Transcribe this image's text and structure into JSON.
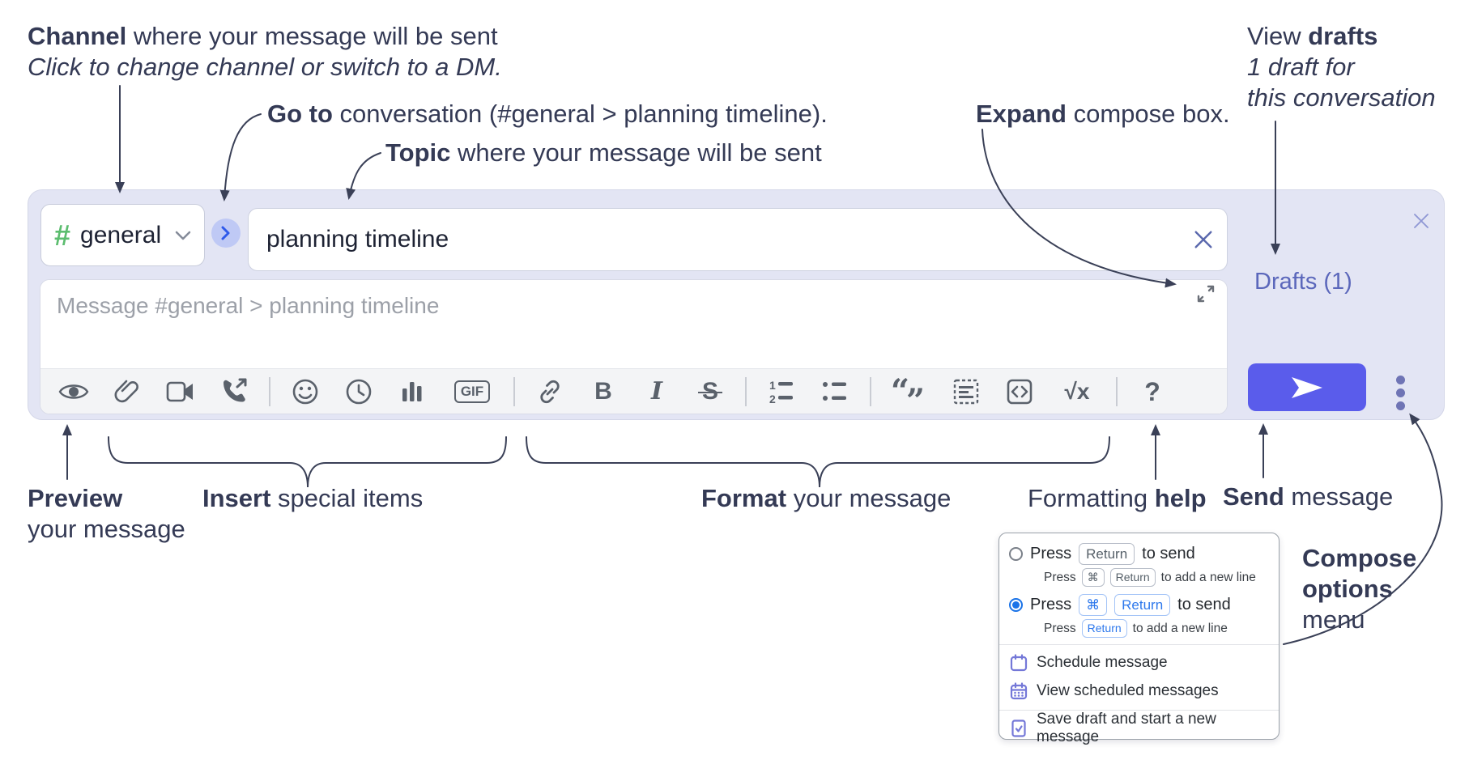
{
  "annotations": {
    "channel": {
      "bold": "Channel",
      "rest": " where your message will be sent",
      "italic": "Click to change channel or switch to a DM."
    },
    "goto": {
      "bold": "Go to",
      "rest": " conversation (#general > planning timeline)."
    },
    "topic": {
      "bold": "Topic",
      "rest": " where your message will be sent"
    },
    "expand": {
      "bold": "Expand",
      "rest": " compose box."
    },
    "view_drafts": {
      "pre": "View ",
      "bold": "drafts",
      "line2": "1 draft for",
      "line3": "this conversation"
    },
    "preview": {
      "bold": "Preview",
      "line2": "your message"
    },
    "insert": {
      "bold": "Insert",
      "rest": " special items"
    },
    "format": {
      "bold": "Format",
      "rest": " your message"
    },
    "help": {
      "pre": "Formatting ",
      "bold": "help"
    },
    "send": {
      "bold": "Send",
      "rest": " message"
    },
    "compose_options": {
      "line1": "Compose",
      "line2": "options",
      "line3": "menu"
    }
  },
  "compose": {
    "channel": {
      "hash": "#",
      "name": "general"
    },
    "topic": {
      "value": "planning timeline"
    },
    "message": {
      "placeholder": "Message #general > planning timeline"
    },
    "drafts_link": "Drafts (1)",
    "toolbar_icons": [
      "preview",
      "attach-file",
      "video-call",
      "voice-call",
      "emoji",
      "global-time",
      "poll",
      "gif",
      "link",
      "bold",
      "italic",
      "strikethrough",
      "numbered-list",
      "bulleted-list",
      "quote",
      "spoiler",
      "code",
      "math",
      "help"
    ]
  },
  "icon_glyphs": {
    "bold": "B",
    "italic": "I",
    "strikethrough": "S",
    "gif": "GIF",
    "math": "√x",
    "help": "?",
    "quote_open": "“",
    "quote_close": "”",
    "list_one": "1",
    "list_two": "2"
  },
  "popup": {
    "option_return": {
      "pre": "Press",
      "key": "Return",
      "post": "to send",
      "sub_pre": "Press",
      "sub_key1": "⌘",
      "sub_key2": "Return",
      "sub_post": "to add a new line",
      "selected": false
    },
    "option_cmd_return": {
      "pre": "Press",
      "key1": "⌘",
      "key2": "Return",
      "post": "to send",
      "sub_pre": "Press",
      "sub_key": "Return",
      "sub_post": "to add a new line",
      "selected": true
    },
    "menu_items": [
      {
        "label": "Schedule message"
      },
      {
        "label": "View scheduled messages"
      },
      {
        "label": "Save draft and start a new message"
      }
    ]
  },
  "colors": {
    "compose_bg": "#e3e5f4",
    "send_button": "#5a5ceb",
    "drafts_link": "#5b67bb",
    "selected_radio": "#1a73e8",
    "menu_icon": "#7478d8",
    "channel_hash": "#5cbd6f",
    "annotation_text": "#343a55"
  }
}
